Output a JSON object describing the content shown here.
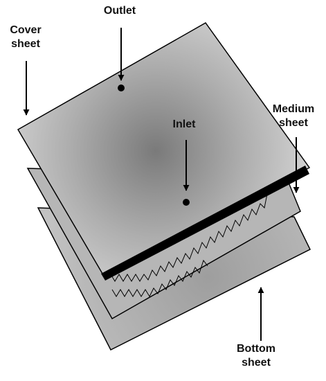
{
  "labels": {
    "outlet": "Outlet",
    "cover": [
      "Cover",
      "sheet"
    ],
    "medium": [
      "Medium",
      "sheet"
    ],
    "inlet": "Inlet",
    "bottom": [
      "Bottom",
      "sheet"
    ]
  },
  "colors": {
    "sheet_fill": "#b4b4b4",
    "cover_center": "#7c7c7c",
    "cover_edge": "#d2d2d2",
    "edge_band": "#000000",
    "outline": "#000000",
    "text": "#111111"
  }
}
